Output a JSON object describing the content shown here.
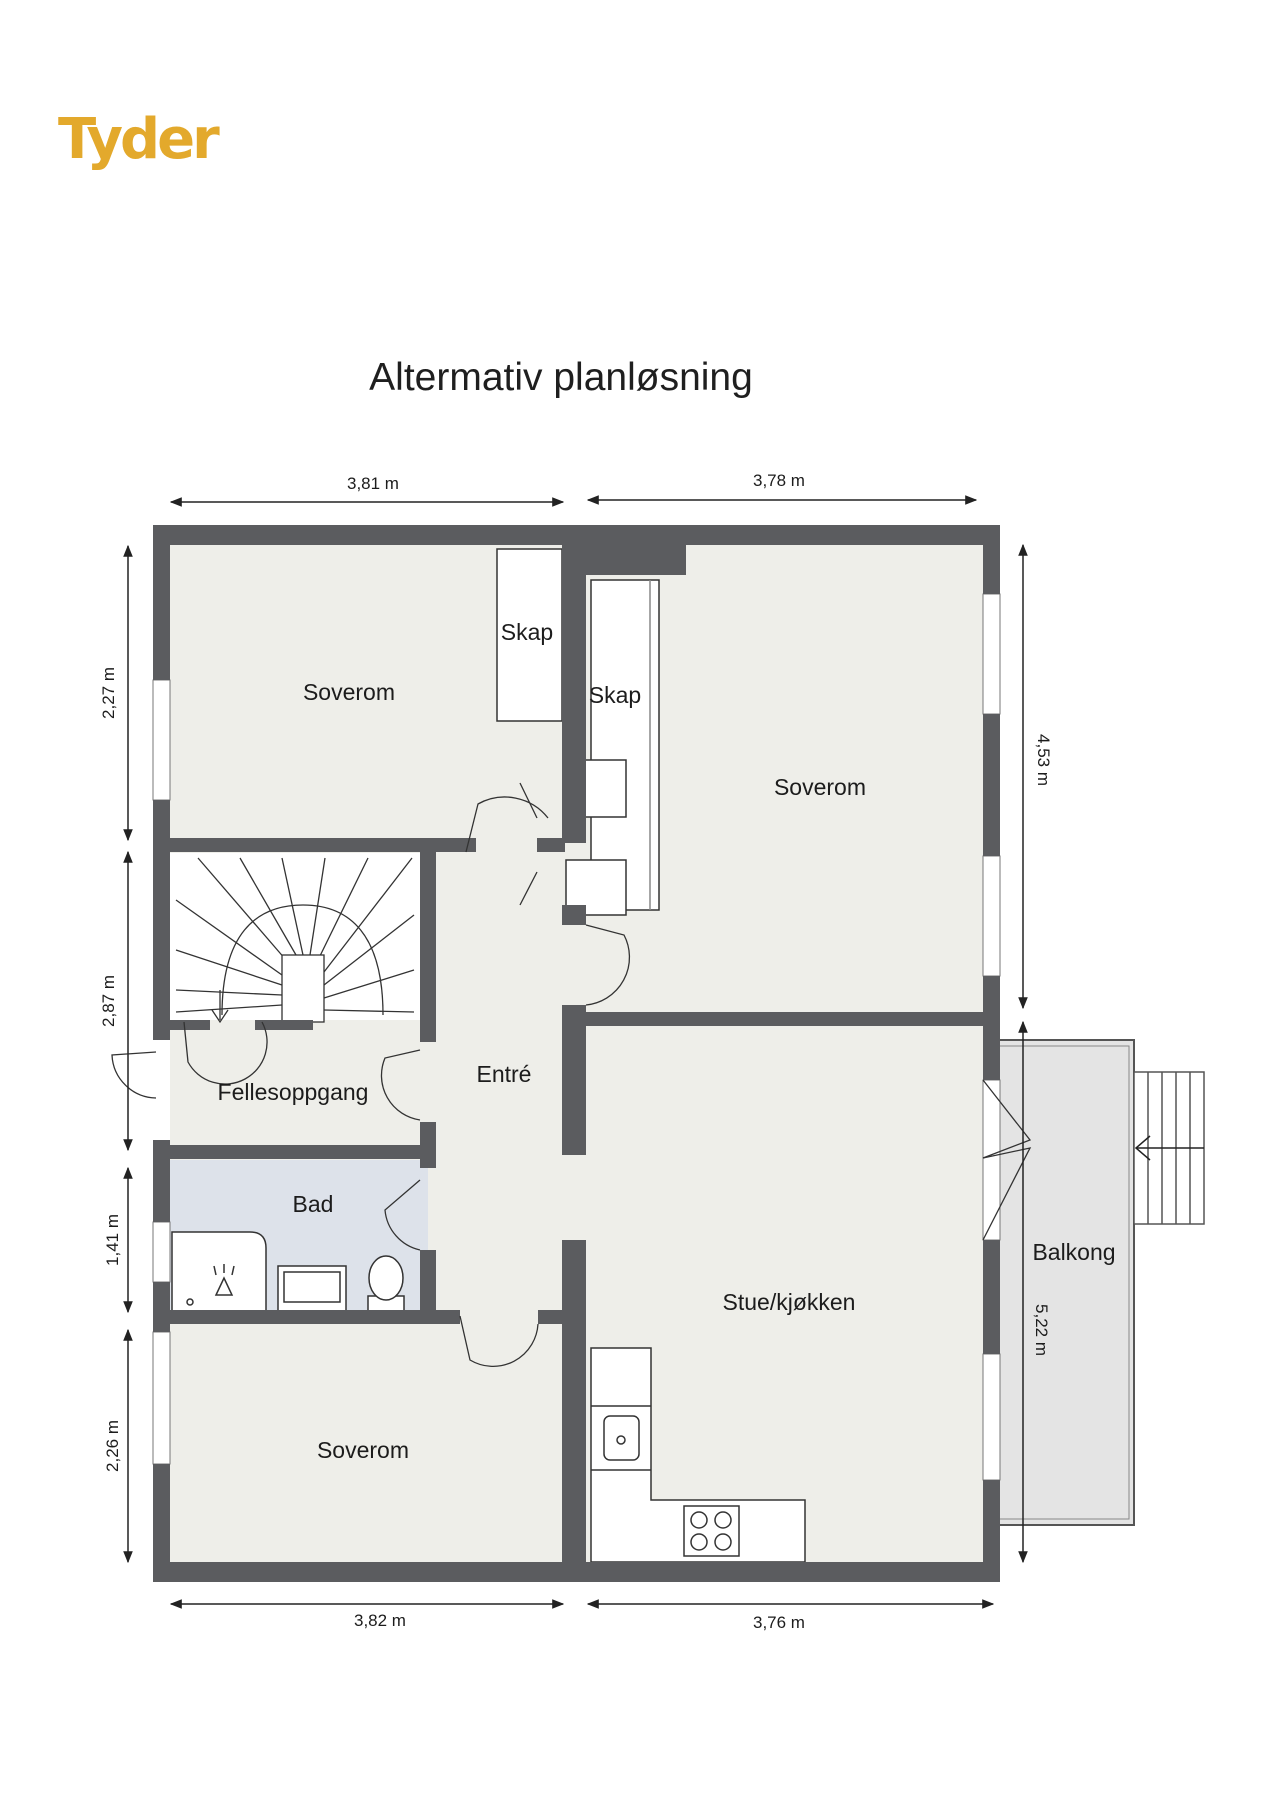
{
  "brand": {
    "logo_text": "Tyder",
    "logo_color": "#E3A92C"
  },
  "title": "Altermativ planløsning",
  "colors": {
    "wall": "#5b5c5f",
    "floor": "#eeeee9",
    "bath_floor": "#dde2ea",
    "balcony_floor": "#e4e4e4",
    "stair_floor": "#ffffff",
    "line": "#444444"
  },
  "rooms": {
    "bedroom_top_left": "Soverom",
    "closet_left": "Skap",
    "closet_right": "Skap",
    "bedroom_top_right": "Soverom",
    "hallway": "Entré",
    "stairwell": "Fellesoppgang",
    "bathroom": "Bad",
    "living_kitchen": "Stue/kjøkken",
    "balcony": "Balkong",
    "bedroom_bottom_left": "Soverom"
  },
  "dimensions": {
    "top_left": "3,81 m",
    "top_right": "3,78 m",
    "bottom_left": "3,82 m",
    "bottom_right": "3,76 m",
    "left_1": "2,27 m",
    "left_2": "2,87 m",
    "left_3": "1,41 m",
    "left_4": "2,26 m",
    "right_1": "4,53 m",
    "right_2": "5,22 m"
  }
}
